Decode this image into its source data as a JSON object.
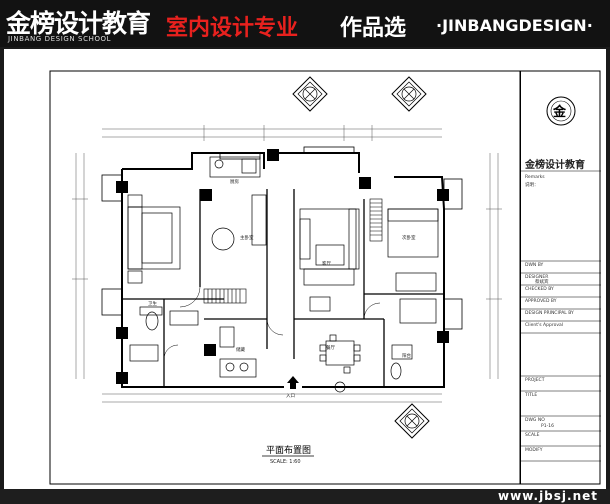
{
  "header": {
    "brand_cn": "金榜设计教育",
    "brand_en": "JINBANG DESIGN SCHOOL",
    "tagline_red": "室内设计专业",
    "tagline_white": "作品选",
    "brand_right": "·JINBANGDESIGN·"
  },
  "drawing": {
    "title": "平面布置图",
    "scale": "SCALE: 1:60",
    "entrance": "入口",
    "room_labels": {
      "kitchen": "厨房",
      "master_bedroom": "主卧室",
      "living": "客厅",
      "second_bedroom": "次卧室",
      "bathroom": "卫生",
      "dining": "餐厅",
      "balcony": "阳台",
      "storage": "储藏"
    }
  },
  "title_block": {
    "logo": "金榜设计教育",
    "remarks_en": "Remarks",
    "remarks_cn": "说明：",
    "fields": [
      "DWN BY",
      "DESIGNER",
      "CHECKED BY",
      "APPROVED BY",
      "DESIGN PRINCIPAL BY",
      "Client's Approval",
      "PROJECT",
      "TITLE",
      "DWG NO",
      "SCALE",
      "MODIFY"
    ],
    "designer_name": "蔡斌宾",
    "dwg_no": "P1-16"
  },
  "footer": {
    "url": "www.jbsj.net"
  }
}
